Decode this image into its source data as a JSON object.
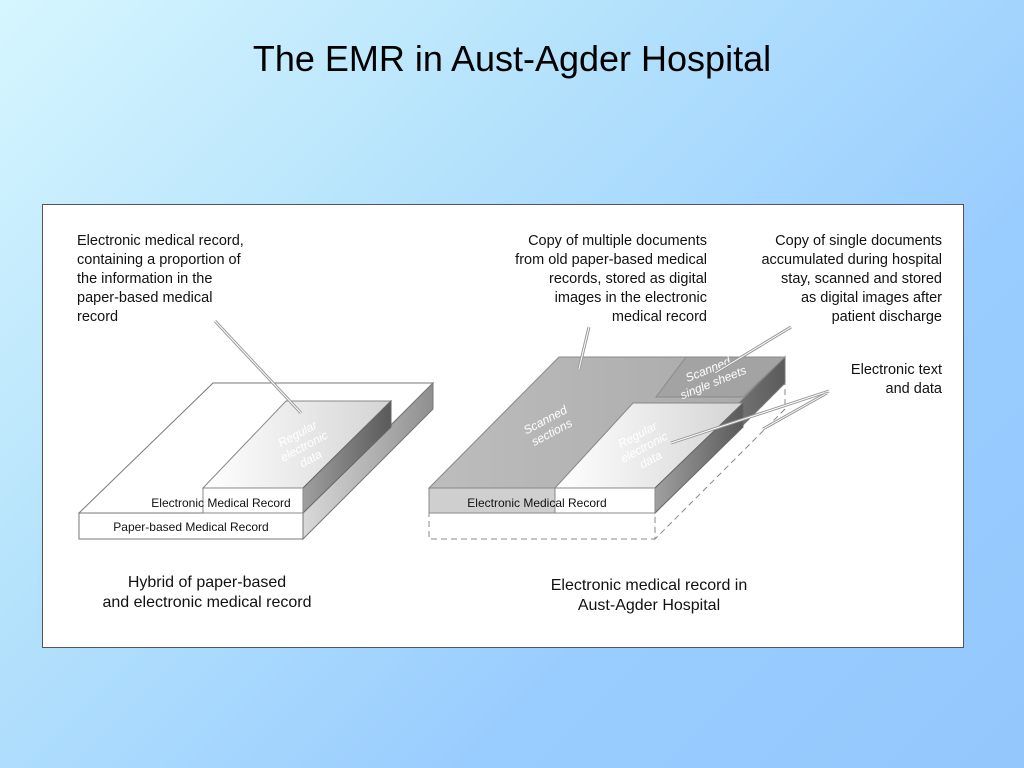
{
  "slide": {
    "title": "The EMR in Aust-Agder Hospital"
  },
  "left_diagram": {
    "annotation": [
      "Electronic medical record,",
      "containing a proportion of",
      "the information in the",
      "paper-based medical",
      "record"
    ],
    "top_face_label": [
      "Regular",
      "electronic",
      "data"
    ],
    "emr_box_label": "Electronic Medical Record",
    "paper_box_label": "Paper-based Medical Record",
    "caption": [
      "Hybrid of paper-based",
      "and electronic medical record"
    ]
  },
  "right_diagram": {
    "annotation_multiple_docs": [
      "Copy of multiple documents",
      "from old paper-based medical",
      "records, stored as digital",
      "images in the electronic",
      "medical record"
    ],
    "annotation_single_docs": [
      "Copy of single documents",
      "accumulated during hospital",
      "stay, scanned and stored",
      "as digital images after",
      "patient discharge"
    ],
    "annotation_electronic_text": [
      "Electronic text",
      "and data"
    ],
    "scanned_sections_label": [
      "Scanned",
      "sections"
    ],
    "scanned_single_sheets_label": [
      "Scanned",
      "single sheets"
    ],
    "regular_data_label": [
      "Regular",
      "electronic",
      "data"
    ],
    "emr_box_label": "Electronic Medical Record",
    "caption": [
      "Electronic medical record in",
      "Aust-Agder Hospital"
    ]
  },
  "colors": {
    "background_light": "#d6f6fe",
    "background_dark": "#94c8fc",
    "scanned_gray": "#b3b3b3"
  }
}
